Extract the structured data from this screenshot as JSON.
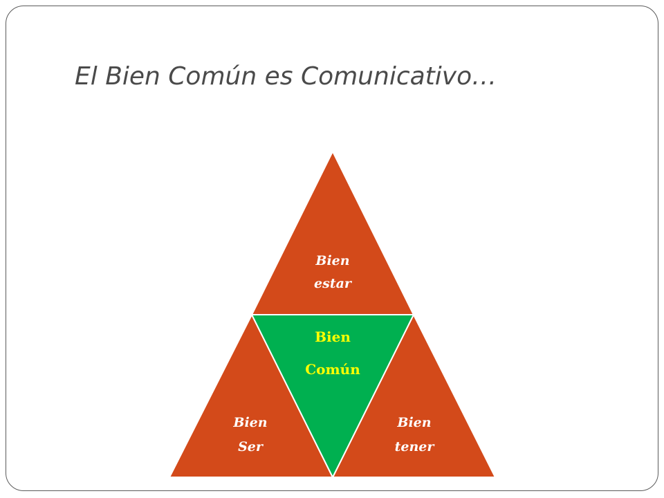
{
  "slide": {
    "title": "El Bien Común es Comunicativo…"
  },
  "diagram": {
    "top": {
      "line1": "Bien",
      "line2": "estar"
    },
    "center": {
      "line1": "Bien",
      "line2": "Común"
    },
    "left": {
      "line1": "Bien",
      "line2": "Ser"
    },
    "right": {
      "line1": "Bien",
      "line2": "tener"
    }
  },
  "colors": {
    "outer_triangles": "#D34A1A",
    "center_triangle": "#00B050",
    "outer_text": "#FFFFFF",
    "center_text": "#FFFF00",
    "title_text": "#4A4A4A",
    "frame_border": "#5A5A5A"
  }
}
